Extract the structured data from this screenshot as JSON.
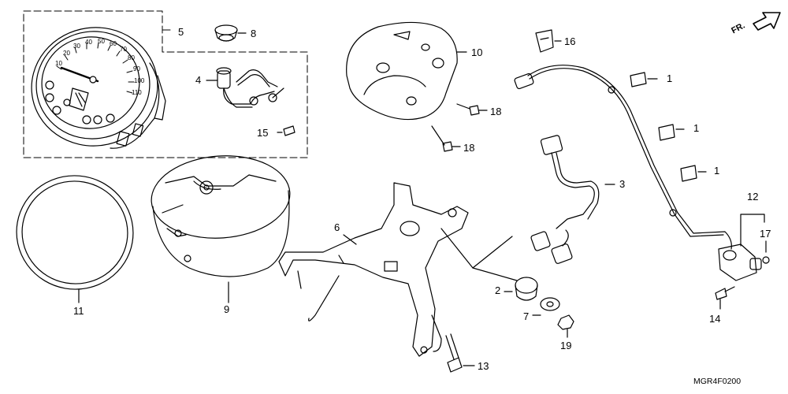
{
  "diagram": {
    "drawing_code": "MGR4F0200",
    "direction_label": "FR.",
    "callouts": [
      {
        "id": "c1a",
        "label": "1"
      },
      {
        "id": "c1b",
        "label": "1"
      },
      {
        "id": "c1c",
        "label": "1"
      },
      {
        "id": "c2",
        "label": "2"
      },
      {
        "id": "c3",
        "label": "3"
      },
      {
        "id": "c4",
        "label": "4"
      },
      {
        "id": "c5",
        "label": "5"
      },
      {
        "id": "c6",
        "label": "6"
      },
      {
        "id": "c7",
        "label": "7"
      },
      {
        "id": "c8",
        "label": "8"
      },
      {
        "id": "c9",
        "label": "9"
      },
      {
        "id": "c10",
        "label": "10"
      },
      {
        "id": "c11",
        "label": "11"
      },
      {
        "id": "c12",
        "label": "12"
      },
      {
        "id": "c13",
        "label": "13"
      },
      {
        "id": "c14",
        "label": "14"
      },
      {
        "id": "c15",
        "label": "15"
      },
      {
        "id": "c16",
        "label": "16"
      },
      {
        "id": "c17",
        "label": "17"
      },
      {
        "id": "c18a",
        "label": "18"
      },
      {
        "id": "c18b",
        "label": "18"
      },
      {
        "id": "c19",
        "label": "19"
      }
    ],
    "gauge_scale": [
      "10",
      "20",
      "30",
      "40",
      "50",
      "60",
      "70",
      "80",
      "90",
      "100",
      "110"
    ]
  }
}
